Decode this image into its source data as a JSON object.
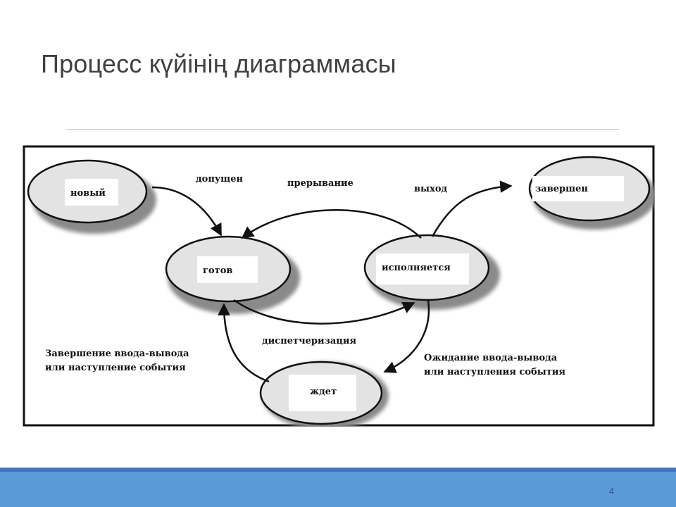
{
  "title": "Процесс күйінің диаграммасы",
  "page_number": "4",
  "diagram": {
    "states": {
      "new": "новый",
      "ready": "готов",
      "running": "исполняется",
      "terminated": "завершен",
      "waiting": "ждет"
    },
    "transitions": {
      "admitted": "допущен",
      "interrupt": "прерывание",
      "exit": "выход",
      "dispatch": "диспетчеризация",
      "io_wait_line1": "Ожидание ввода-вывода",
      "io_wait_line2": "или наступления события",
      "io_done_line1": "Завершение ввода-вывода",
      "io_done_line2": "или наступление события"
    }
  }
}
